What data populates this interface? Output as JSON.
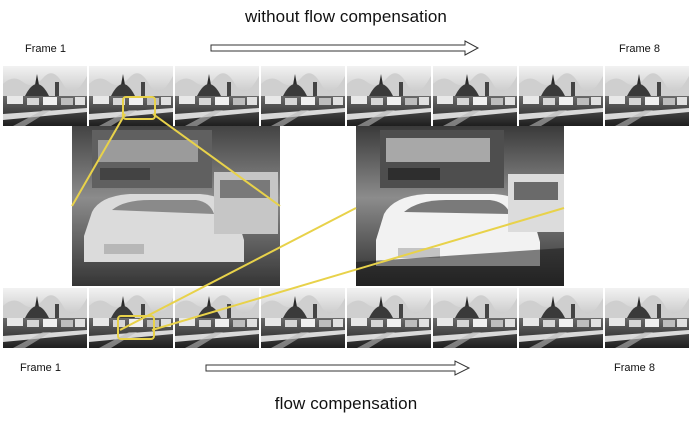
{
  "top": {
    "title": "without flow compensation",
    "start_label": "Frame 1",
    "end_label": "Frame 8"
  },
  "bottom": {
    "title": "flow compensation",
    "start_label": "Frame 1",
    "end_label": "Frame 8"
  },
  "strip": {
    "frame_count": 8
  },
  "colors": {
    "highlight": "#e8d24a",
    "arrow_outline": "#333333"
  }
}
